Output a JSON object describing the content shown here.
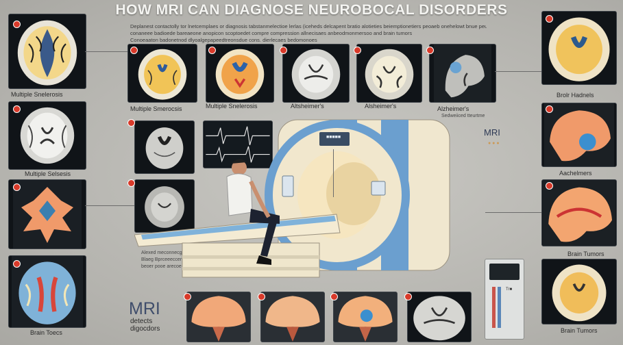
{
  "title": "HOW MRI CAN DIAGNOSE NEUROBOCAL DISORDERS",
  "subtitle_lines": [
    "Deplanest contactolly tor lnetcemplaes or diagnosis tabstanmelectioe lerlas (iceheds delcapent bratio alotieties beiemptionetiers peoaeb onehelowt bnue peunt",
    "conaneee badioede bareaeone anopicon scoptoedet compre compression allnecisaes anbeodmonmersoo  and brain tumors",
    "Conoeaaton badonetnod dlyoalgepapeedtreonsdue cons. dierlecaes bedomonoes"
  ],
  "left_column": [
    {
      "label": "Multiple Snelerosis"
    },
    {
      "label": "Multiple Selsesis"
    },
    {
      "label": ""
    },
    {
      "label": "Brain Toecs"
    }
  ],
  "top_row": [
    {
      "label": "Multiple Smerocsis"
    },
    {
      "label": "Multiple Snelerosis"
    },
    {
      "label": "Altsheimer's"
    },
    {
      "label": "Alsheimer's"
    },
    {
      "label": "Alzheimer's"
    }
  ],
  "top_row_sublabel": "Sedweiiced tteurtme",
  "right_column": [
    {
      "label": "Brolr Hadnels"
    },
    {
      "label": "Aachelmers"
    },
    {
      "label": "Brain Tumors"
    },
    {
      "label": "Brain Tumors"
    }
  ],
  "middle_caption_lines": [
    "Alexed meconnecg",
    "Blaeg Bprceeeccen",
    "beoer pooe arecoe"
  ],
  "mri_big": "MRI",
  "detects_lines": [
    "detects",
    "digocdors"
  ],
  "mri_tag": "MRI",
  "machine_panel": "■■■■■",
  "console_label": "Tr■",
  "colors": {
    "dot": "#d83a2a",
    "machine_body": "#efe6cf",
    "machine_blue": "#6b9fcf",
    "shirt": "#f2f2ee",
    "pants": "#1d2230"
  },
  "icons": [
    "brain-scan",
    "patient",
    "mri-scanner",
    "control-console"
  ]
}
